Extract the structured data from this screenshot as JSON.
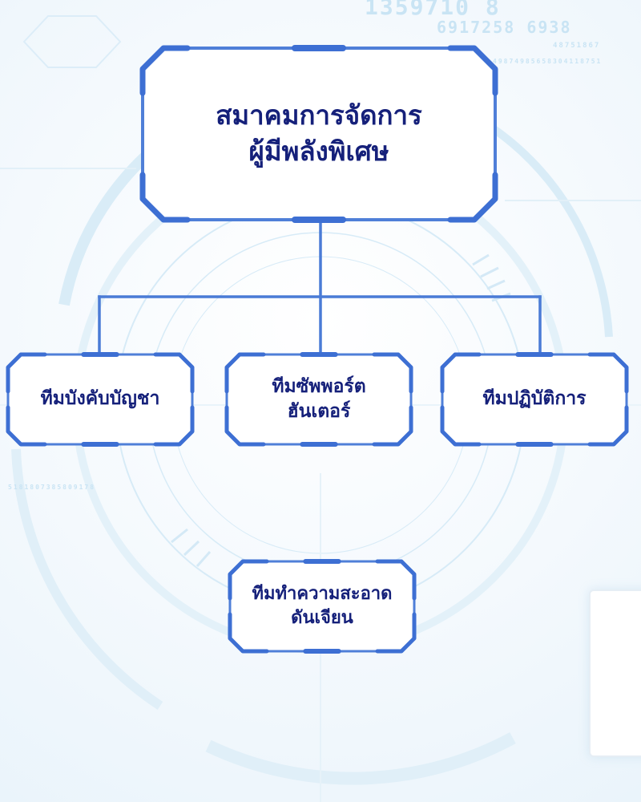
{
  "diagram": {
    "root": {
      "line1": "สมาคมการจัดการ",
      "line2": "ผู้มีพลังพิเศษ"
    },
    "children": [
      {
        "line1": "ทีมบังคับบัญชา",
        "line2": ""
      },
      {
        "line1": "ทีมซัพพอร์ต",
        "line2": "ฮันเตอร์"
      },
      {
        "line1": "ทีมปฏิบัติการ",
        "line2": ""
      }
    ],
    "extra": {
      "line1": "ทีมทำความสะอาด",
      "line2": "ดันเจียน"
    }
  },
  "colors": {
    "frame": "#4f7fd8",
    "frame_accent": "#3d6fd3",
    "text": "#15207a",
    "connector": "#4a7bd6",
    "box_fill": "#ffffff"
  }
}
